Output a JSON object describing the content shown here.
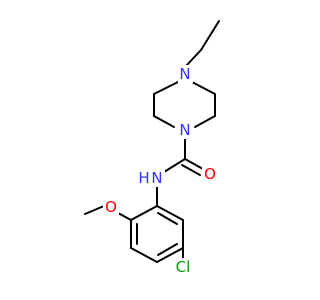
{
  "molecule": {
    "atoms": {
      "n_top": {
        "symbol": "N",
        "color": "#3333ff"
      },
      "n_ring": {
        "symbol": "N",
        "color": "#3333ff"
      },
      "o_carbonyl": {
        "symbol": "O",
        "color": "#ff0000"
      },
      "n_amide": {
        "symbol": "N",
        "color": "#3333ff"
      },
      "h_amide": {
        "symbol": "H",
        "color": "#3333ff"
      },
      "o_methoxy": {
        "symbol": "O",
        "color": "#ff0000"
      },
      "cl": {
        "symbol": "Cl",
        "color": "#00a000"
      }
    }
  }
}
